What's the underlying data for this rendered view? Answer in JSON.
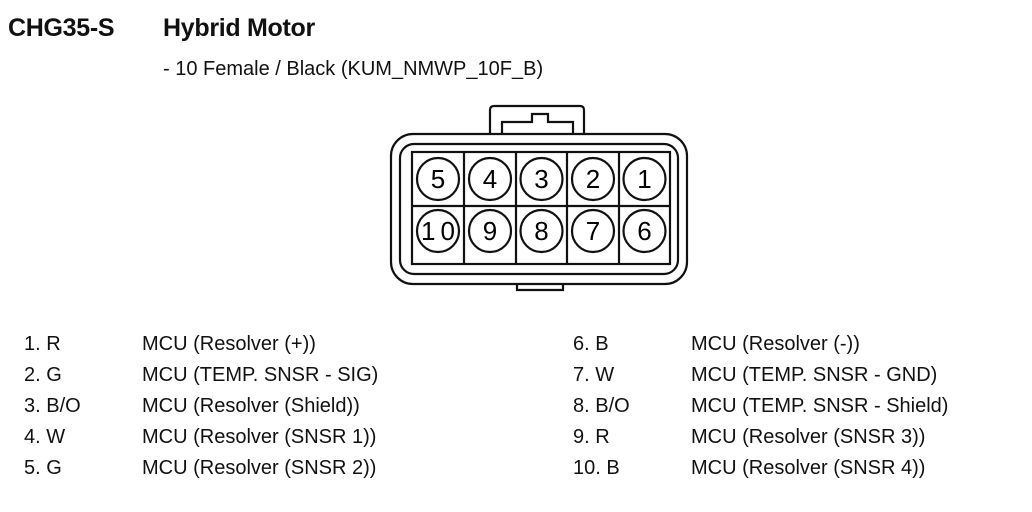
{
  "header": {
    "code": "CHG35-S",
    "title": "Hybrid Motor",
    "subtitle": "- 10 Female / Black (KUM_NMWP_10F_B)"
  },
  "connector": {
    "top_row": [
      "5",
      "4",
      "3",
      "2",
      "1"
    ],
    "bottom_row": [
      "10",
      "9",
      "8",
      "7",
      "6"
    ]
  },
  "pins_left": [
    {
      "pin": "1. R",
      "desc": "MCU (Resolver (+))"
    },
    {
      "pin": "2. G",
      "desc": "MCU (TEMP. SNSR - SIG)"
    },
    {
      "pin": "3. B/O",
      "desc": "MCU (Resolver (Shield))"
    },
    {
      "pin": "4. W",
      "desc": "MCU (Resolver (SNSR 1))"
    },
    {
      "pin": "5. G",
      "desc": "MCU (Resolver (SNSR 2))"
    }
  ],
  "pins_right": [
    {
      "pin": "6. B",
      "desc": "MCU (Resolver (-))"
    },
    {
      "pin": "7. W",
      "desc": "MCU (TEMP. SNSR - GND)"
    },
    {
      "pin": "8. B/O",
      "desc": "MCU (TEMP. SNSR - Shield)"
    },
    {
      "pin": "9. R",
      "desc": "MCU (Resolver (SNSR 3))"
    },
    {
      "pin": "10. B",
      "desc": "MCU (Resolver (SNSR 4))"
    }
  ]
}
